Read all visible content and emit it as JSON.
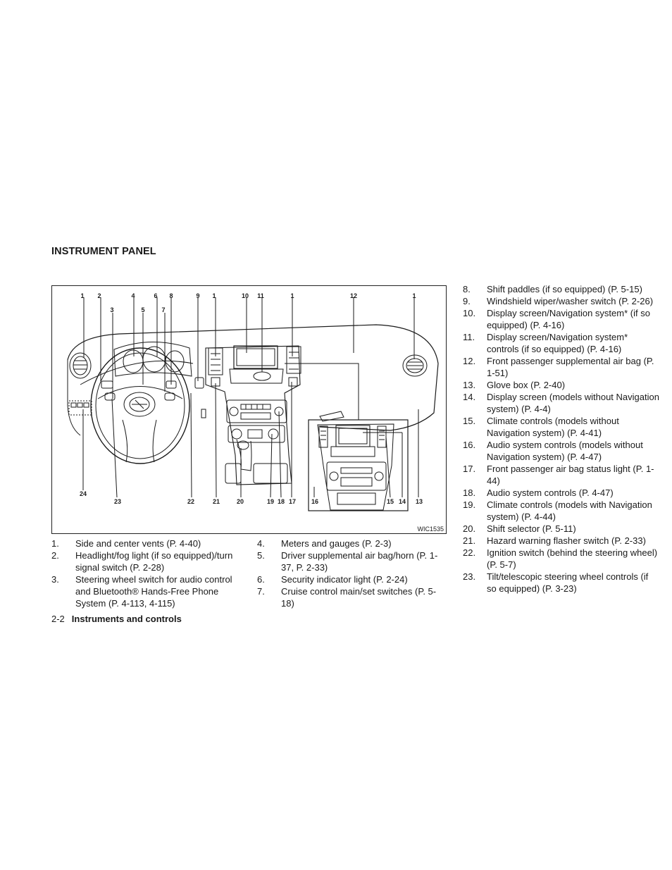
{
  "page": {
    "heading": "INSTRUMENT PANEL",
    "figure_code": "WIC1535",
    "footer_page": "2-2",
    "footer_section": "Instruments and controls"
  },
  "callouts": {
    "top": [
      "1",
      "2",
      "3",
      "4",
      "5",
      "6",
      "7",
      "8",
      "9",
      "1",
      "10",
      "11",
      "1",
      "12",
      "1"
    ],
    "bottom": [
      "24",
      "23",
      "22",
      "21",
      "20",
      "19",
      "18",
      "17",
      "16",
      "15",
      "14",
      "13"
    ]
  },
  "items_col1": [
    {
      "num": "1.",
      "text": "Side and center vents (P. 4-40)"
    },
    {
      "num": "2.",
      "text": "Headlight/fog light (if so equipped)/turn signal switch (P. 2-28)"
    },
    {
      "num": "3.",
      "text": "Steering wheel switch for audio control and Bluetooth® Hands-Free Phone System (P. 4-113, 4-115)"
    }
  ],
  "items_col2": [
    {
      "num": "4.",
      "text": "Meters and gauges (P. 2-3)"
    },
    {
      "num": "5.",
      "text": "Driver supplemental air bag/horn (P. 1-37, P. 2-33)"
    },
    {
      "num": "6.",
      "text": "Security indicator light (P. 2-24)"
    },
    {
      "num": "7.",
      "text": "Cruise control main/set switches (P. 5-18)"
    }
  ],
  "items_col3": [
    {
      "num": "8.",
      "text": "Shift paddles (if so equipped) (P. 5-15)"
    },
    {
      "num": "9.",
      "text": "Windshield wiper/washer switch (P. 2-26)"
    },
    {
      "num": "10.",
      "text": "Display screen/Navigation system* (if so equipped) (P. 4-16)"
    },
    {
      "num": "11.",
      "text": "Display screen/Navigation system* controls (if so equipped) (P. 4-16)"
    },
    {
      "num": "12.",
      "text": "Front passenger supplemental air bag (P. 1-51)"
    },
    {
      "num": "13.",
      "text": "Glove box (P. 2-40)"
    },
    {
      "num": "14.",
      "text": "Display screen (models without Navigation system) (P. 4-4)"
    },
    {
      "num": "15.",
      "text": "Climate controls (models without Navigation system) (P. 4-41)"
    },
    {
      "num": "16.",
      "text": "Audio system controls (models without Navigation system) (P. 4-47)"
    },
    {
      "num": "17.",
      "text": "Front passenger air bag status light (P. 1-44)"
    },
    {
      "num": "18.",
      "text": "Audio system controls (P. 4-47)"
    },
    {
      "num": "19.",
      "text": "Climate controls (models with Navigation system) (P. 4-44)"
    },
    {
      "num": "20.",
      "text": "Shift selector (P. 5-11)"
    },
    {
      "num": "21.",
      "text": "Hazard warning flasher switch (P. 2-33)"
    },
    {
      "num": "22.",
      "text": "Ignition switch (behind the steering wheel) (P. 5-7)"
    },
    {
      "num": "23.",
      "text": "Tilt/telescopic steering wheel controls (if so equipped) (P. 3-23)"
    }
  ]
}
